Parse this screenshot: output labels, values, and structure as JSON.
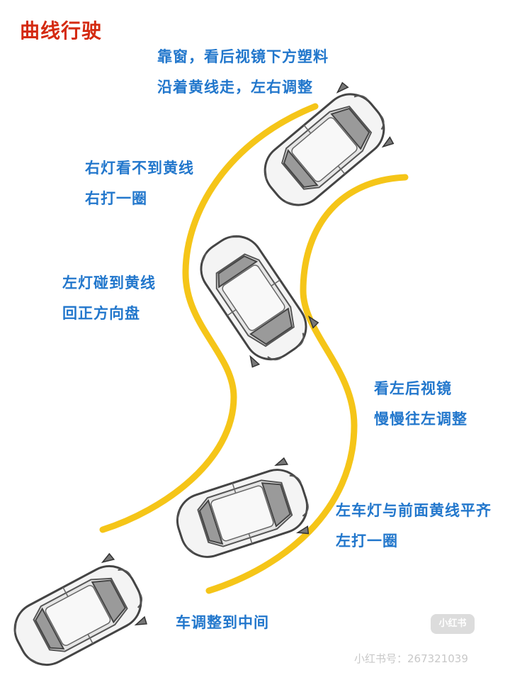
{
  "title": "曲线行驶",
  "notes": [
    {
      "line1": "靠窗，看后视镜下方塑料",
      "line2": "沿着黄线走，左右调整"
    },
    {
      "line1": "右灯看不到黄线",
      "line2": "右打一圈"
    },
    {
      "line1": "左灯碰到黄线",
      "line2": "回正方向盘"
    },
    {
      "line1": "看左后视镜",
      "line2": "慢慢往左调整"
    },
    {
      "line1": "左车灯与前面黄线平齐",
      "line2": "左打一圈"
    },
    {
      "line1": "车调整到中间"
    }
  ],
  "watermark": {
    "logo": "小红书",
    "id": "小红书号：2673210​39"
  },
  "colors": {
    "title": "#d42a10",
    "note": "#2277cc",
    "lane_line": "#f5c518",
    "car_body": "#f4f4f4",
    "car_outline": "#444444"
  }
}
